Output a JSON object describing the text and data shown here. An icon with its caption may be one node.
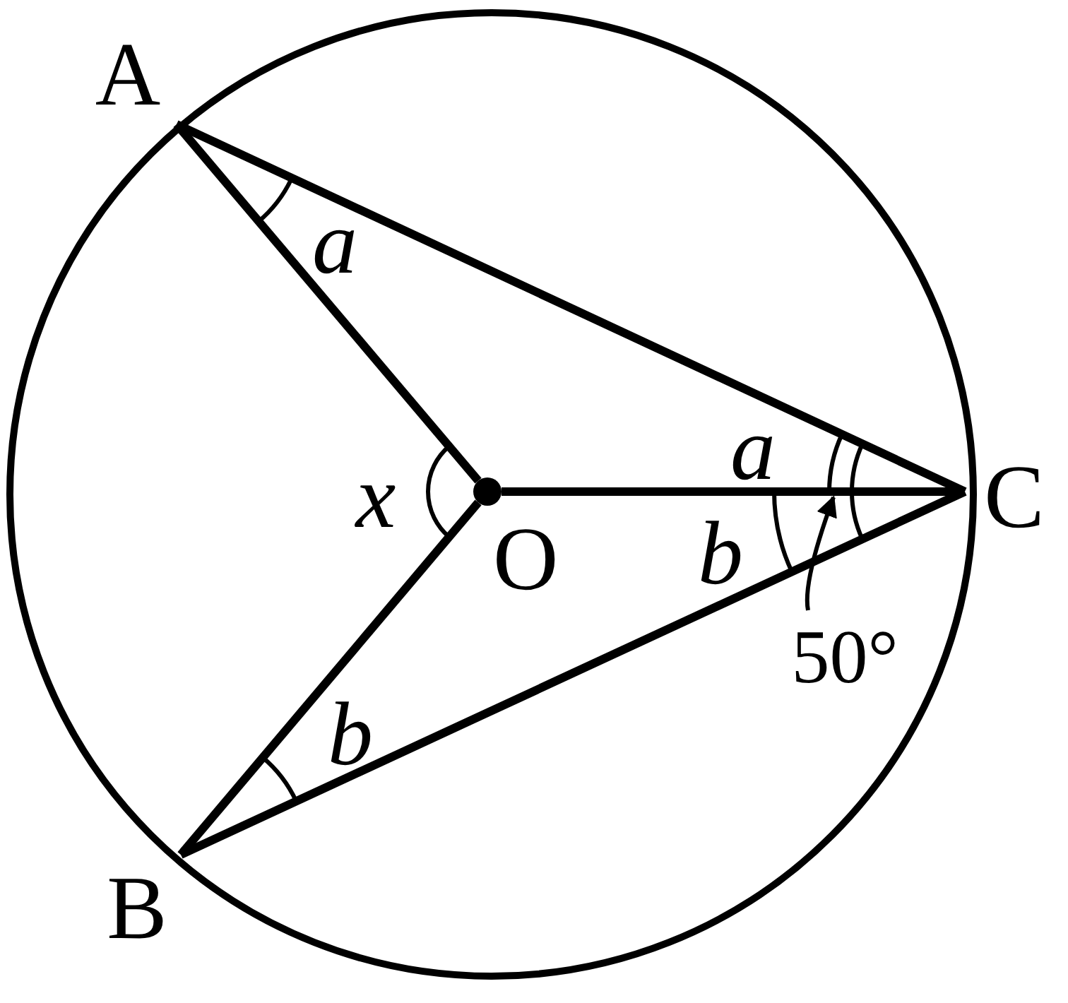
{
  "diagram": {
    "nodes": [
      {
        "text": [
          "A"
        ]
      },
      {
        "text": [
          "B"
        ]
      },
      {
        "text": [
          "C"
        ]
      },
      {
        "text": [
          "O"
        ]
      },
      {
        "text": [
          "50°"
        ]
      }
    ],
    "edges": [
      {
        "from": 0,
        "to": 2,
        "arrow": "none"
      },
      {
        "from": 0,
        "to": 3,
        "arrow": "none"
      },
      {
        "from": 3,
        "to": 2,
        "arrow": "none"
      },
      {
        "from": 1,
        "to": 3,
        "arrow": "none"
      },
      {
        "from": 1,
        "to": 2,
        "arrow": "none"
      },
      {
        "from": 4,
        "to": null,
        "arrow": "to"
      }
    ],
    "labels": [
      "a",
      "a",
      "x",
      "b",
      "b"
    ]
  }
}
